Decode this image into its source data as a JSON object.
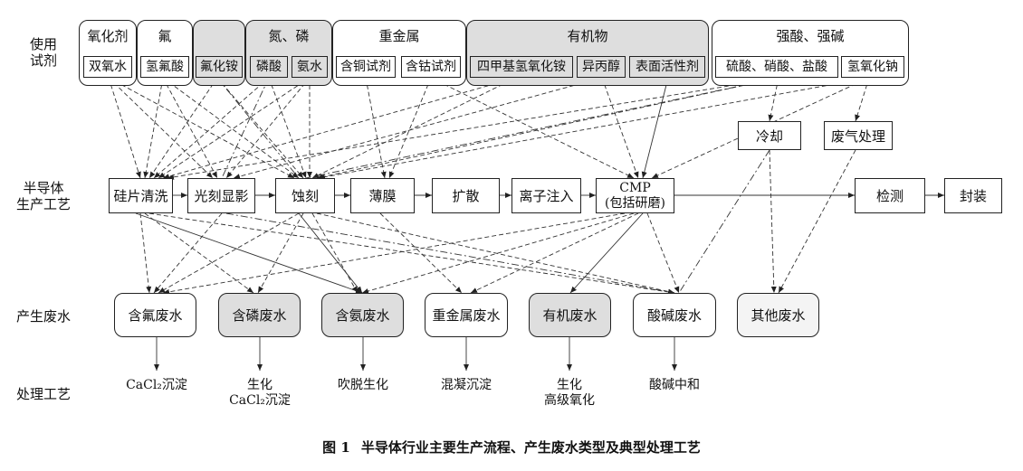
{
  "row_labels": {
    "reagents": [
      "使用",
      "试剂"
    ],
    "process": [
      "半导体",
      "生产工艺"
    ],
    "waste": "产生废水",
    "treatment": "处理工艺"
  },
  "reagent_groups": [
    {
      "title": "氧化剂",
      "items": [
        "双氧水"
      ]
    },
    {
      "title": "氟",
      "items": [
        "氢氟酸"
      ]
    },
    {
      "title": "",
      "items": [
        "氟化铵"
      ]
    },
    {
      "title": "氮、磷",
      "items": [
        "磷酸",
        "氨水"
      ]
    },
    {
      "title": "重金属",
      "items": [
        "含铜试剂",
        "含钴试剂"
      ]
    },
    {
      "title": "有机物",
      "items": [
        "四甲基氢氧化铵",
        "异丙醇",
        "表面活性剂"
      ]
    },
    {
      "title": "强酸、强碱",
      "items": [
        "硫酸、硝酸、盐酸",
        "氢氧化钠"
      ]
    }
  ],
  "aux": {
    "cooling": "冷却",
    "exhaust": "废气处理"
  },
  "processes": [
    "硅片清洗",
    "光刻显影",
    "蚀刻",
    "薄膜",
    "扩散",
    "离子注入",
    "CMP",
    "(包括研磨)",
    "检测",
    "封装"
  ],
  "wastes": [
    "含氟废水",
    "含磷废水",
    "含氨废水",
    "重金属废水",
    "有机废水",
    "酸碱废水",
    "其他废水"
  ],
  "treatments": {
    "fluoride": "CaCl₂沉淀",
    "phosphorus": [
      "生化",
      "CaCl₂沉淀"
    ],
    "ammonia": "吹脱生化",
    "heavy_metal": "混凝沉淀",
    "organic": [
      "生化",
      "高级氧化"
    ],
    "acid_base": "酸碱中和"
  },
  "caption": {
    "number": "图 1",
    "text": "半导体行业主要生产流程、产生废水类型及典型处理工艺"
  }
}
